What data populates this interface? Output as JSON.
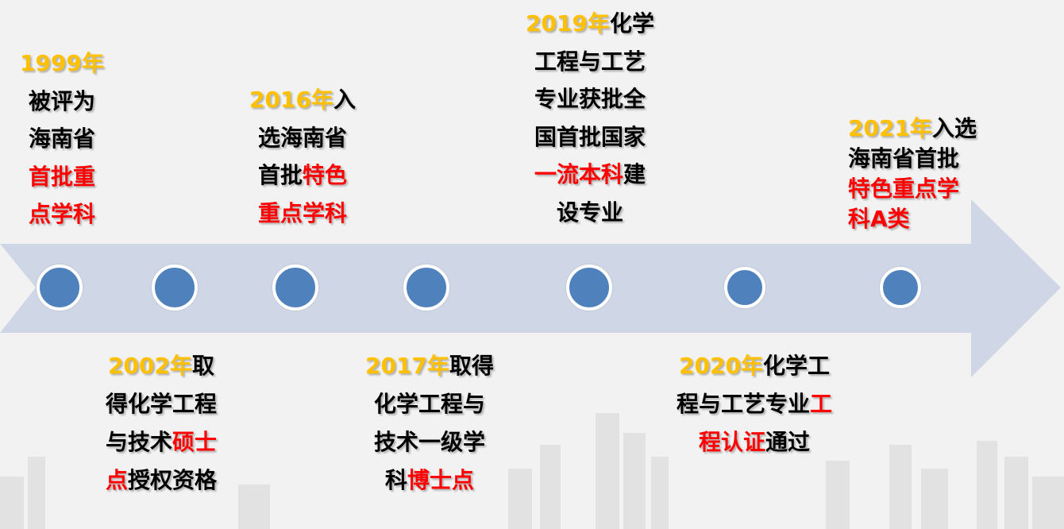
{
  "colors": {
    "year": "#ffc000",
    "black": "#000000",
    "red": "#ff0000",
    "arrow": "#cfd7e6",
    "dot": "#4f81bd",
    "background": "#f2f2f2"
  },
  "events": [
    {
      "id": "1999",
      "lines": [
        [
          {
            "t": "1999年",
            "c": "year"
          }
        ],
        [
          {
            "t": "被评为",
            "c": "black"
          }
        ],
        [
          {
            "t": "海南省",
            "c": "black"
          }
        ],
        [
          {
            "t": "首批重",
            "c": "red"
          }
        ],
        [
          {
            "t": "点学科",
            "c": "red"
          }
        ]
      ]
    },
    {
      "id": "2002",
      "lines": [
        [
          {
            "t": "2002年",
            "c": "year"
          },
          {
            "t": "取",
            "c": "black"
          }
        ],
        [
          {
            "t": "得化学工程",
            "c": "black"
          }
        ],
        [
          {
            "t": "与技术",
            "c": "black"
          },
          {
            "t": "硕士",
            "c": "red"
          }
        ],
        [
          {
            "t": "点",
            "c": "red"
          },
          {
            "t": "授权资格",
            "c": "black"
          }
        ]
      ]
    },
    {
      "id": "2016",
      "lines": [
        [
          {
            "t": "2016年",
            "c": "year"
          },
          {
            "t": "入",
            "c": "black"
          }
        ],
        [
          {
            "t": "选海南省",
            "c": "black"
          }
        ],
        [
          {
            "t": "首批",
            "c": "black"
          },
          {
            "t": "特色",
            "c": "red"
          }
        ],
        [
          {
            "t": "重点学科",
            "c": "red"
          }
        ]
      ]
    },
    {
      "id": "2017",
      "lines": [
        [
          {
            "t": "2017年",
            "c": "year"
          },
          {
            "t": "取得",
            "c": "black"
          }
        ],
        [
          {
            "t": "化学工程与",
            "c": "black"
          }
        ],
        [
          {
            "t": "技术一级学",
            "c": "black"
          }
        ],
        [
          {
            "t": "科",
            "c": "black"
          },
          {
            "t": "博士点",
            "c": "red"
          }
        ]
      ]
    },
    {
      "id": "2019",
      "lines": [
        [
          {
            "t": "2019年",
            "c": "year"
          },
          {
            "t": "化学",
            "c": "black"
          }
        ],
        [
          {
            "t": "工程与工艺",
            "c": "black"
          }
        ],
        [
          {
            "t": "专业获批全",
            "c": "black"
          }
        ],
        [
          {
            "t": "国首批国家",
            "c": "black"
          }
        ],
        [
          {
            "t": "一流本科",
            "c": "red"
          },
          {
            "t": "建",
            "c": "black"
          }
        ],
        [
          {
            "t": "设专业",
            "c": "black"
          }
        ]
      ]
    },
    {
      "id": "2020",
      "lines": [
        [
          {
            "t": "2020年",
            "c": "year"
          },
          {
            "t": "化学工",
            "c": "black"
          }
        ],
        [
          {
            "t": "程与工艺专业",
            "c": "black"
          },
          {
            "t": "工",
            "c": "red"
          }
        ],
        [
          {
            "t": "程认证",
            "c": "red"
          },
          {
            "t": "通过",
            "c": "black"
          }
        ]
      ]
    },
    {
      "id": "2021",
      "lines": [
        [
          {
            "t": "2021年",
            "c": "year"
          },
          {
            "t": "入选",
            "c": "black"
          }
        ],
        [
          {
            "t": "海南省首批",
            "c": "black"
          }
        ],
        [
          {
            "t": "特色重点学",
            "c": "red"
          }
        ],
        [
          {
            "t": "科A类",
            "c": "red"
          }
        ]
      ]
    }
  ]
}
